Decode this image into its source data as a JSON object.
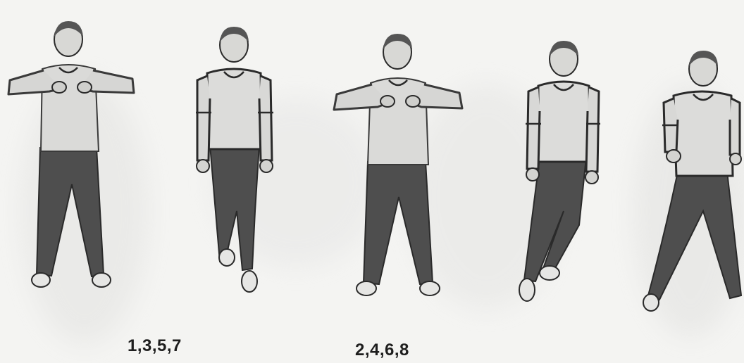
{
  "count_labels": {
    "odd": "1,3,5,7",
    "even": "2,4,6,8"
  },
  "figures": [
    {
      "name": "figure-1",
      "pose": "stand-arms-bent-at-chest"
    },
    {
      "name": "figure-2",
      "pose": "cross-step-arms-down"
    },
    {
      "name": "figure-3",
      "pose": "stand-arms-bent-at-chest"
    },
    {
      "name": "figure-4",
      "pose": "cross-step-arms-down"
    },
    {
      "name": "figure-5",
      "pose": "wide-step-arms-down"
    }
  ],
  "colors": {
    "background": "#f4f4f2",
    "shirt": "#dcdcda",
    "pants": "#505050",
    "skin": "#d6d6d3",
    "outline": "#2a2a2a"
  }
}
